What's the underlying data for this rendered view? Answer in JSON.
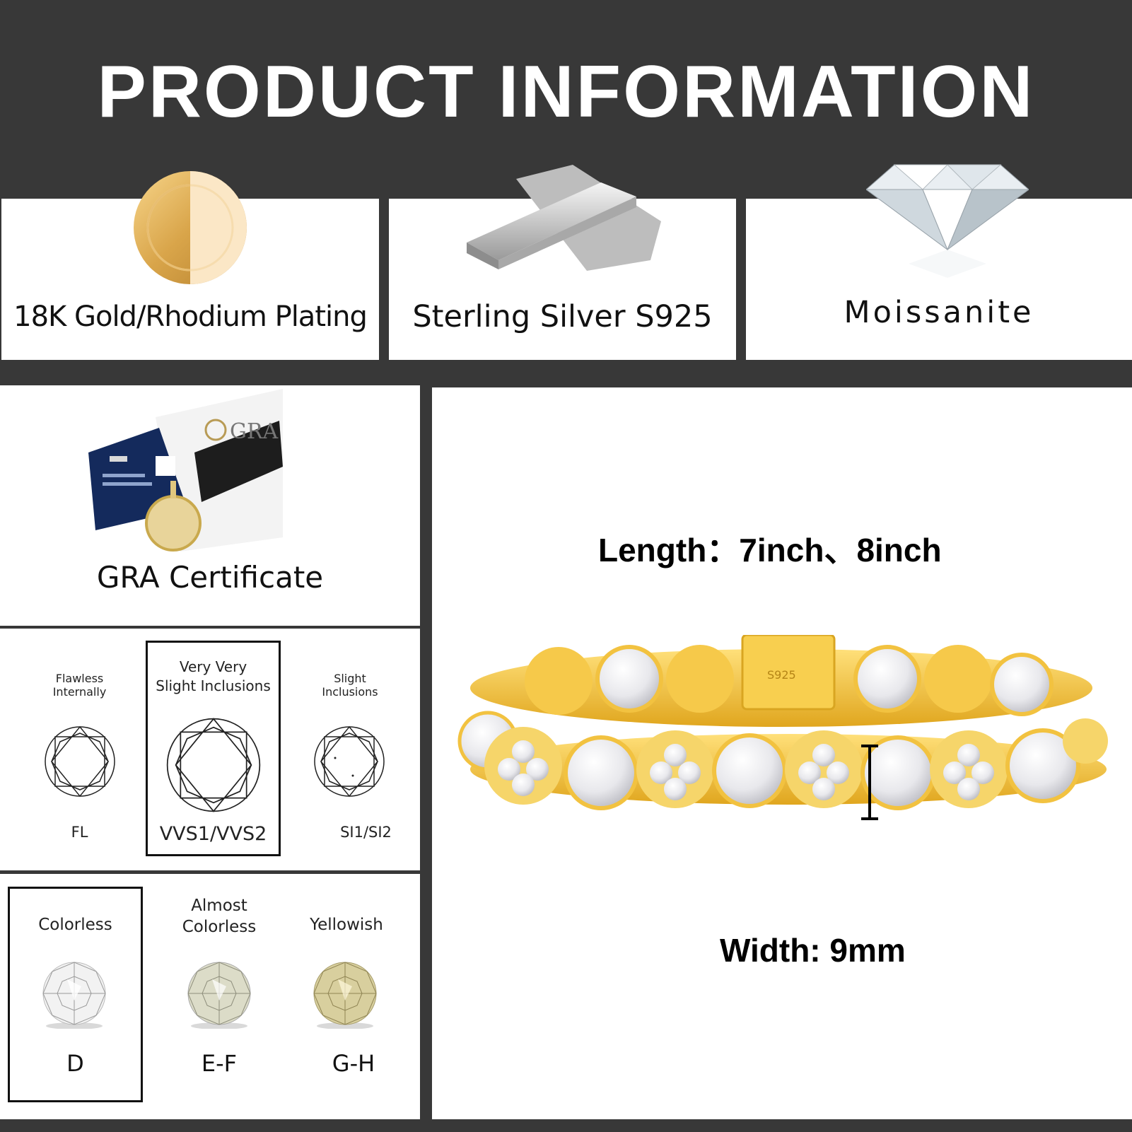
{
  "header": {
    "title": "PRODUCT INFORMATION"
  },
  "features": [
    {
      "label": "18K Gold/Rhodium Plating",
      "icon": "gold-coin-icon"
    },
    {
      "label": "Sterling Silver S925",
      "icon": "silver-bars-icon"
    },
    {
      "label": "Moissanite",
      "icon": "diamond-icon"
    }
  ],
  "certificate": {
    "label": "GRA Certificate",
    "logo_text": "GRA"
  },
  "clarity": [
    {
      "name": "Flawless Internally",
      "line1": "Flawless",
      "line2": "Internally",
      "code": "FL"
    },
    {
      "name": "Very Very Slight Inclusions",
      "line1": "Very Very",
      "line2": "Slight Inclusions",
      "code": "VVS1/VVS2",
      "highlighted": true
    },
    {
      "name": "Slight Inclusions",
      "line1": "Slight",
      "line2": "Inclusions",
      "code": "SI1/SI2"
    }
  ],
  "color": [
    {
      "line1": "Colorless",
      "line2": "",
      "code": "D",
      "highlighted": true,
      "tint": "#f2f2f2"
    },
    {
      "line1": "Almost",
      "line2": "Colorless",
      "code": "E-F",
      "tint": "#dcdcc8"
    },
    {
      "line1": "Yellowish",
      "line2": "",
      "code": "G-H",
      "tint": "#d8cf9e"
    }
  ],
  "specs": {
    "length": "Length：7inch、8inch",
    "width": "Width: 9mm",
    "clasp_stamp": "S925"
  },
  "colors": {
    "background": "#383838",
    "panel": "#ffffff",
    "gold": "#f2c94c",
    "gold_dark": "#d9a521"
  }
}
